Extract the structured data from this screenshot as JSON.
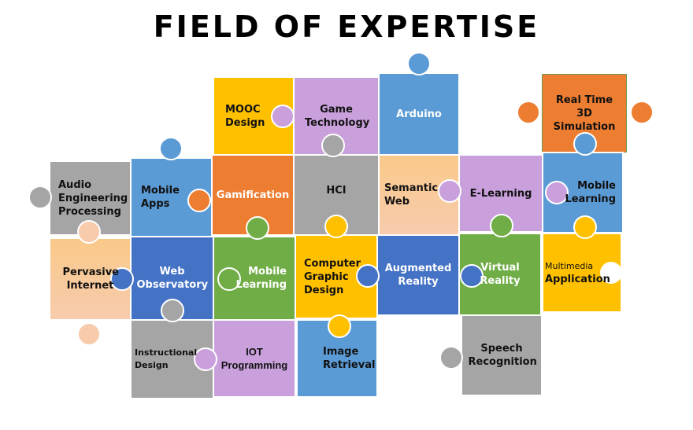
{
  "title": "FIELD OF EXPERTISE",
  "pieces": {
    "mooc": "MOOC Design",
    "game": "Game Technology",
    "arduino": "Arduino",
    "realtime": "Real Time 3D Simulation",
    "audio": "Audio Engineering Processing",
    "mobile_apps": "Mobile Apps",
    "gamification": "Gamification",
    "hci": "HCI",
    "semantic": "Semantic Web",
    "elearning": "E-Learning",
    "mobile_learning_blue": "Mobile Learning",
    "pervasive": "Pervasive Internet",
    "web_obs": "Web Observatory",
    "mobile_learning_green": "Mobile Learning",
    "cgd": "Computer Graphic Design",
    "ar": "Augmented Reality",
    "vr": "Virtual Reality",
    "multimedia_small": "Multimedia",
    "multimedia_app": "Application",
    "instructional": "Instructional Design",
    "iot": "IOT Programming",
    "image": "Image Retrieval",
    "speech": "Speech Recognition"
  },
  "colors": {
    "yellow": "#FFC000",
    "purple": "#C9A0DC",
    "blue": "#5B9BD5",
    "dark_blue": "#4472C4",
    "orange": "#ED7D31",
    "gray": "#A5A5A5",
    "green": "#70AD47",
    "peach": "#F8CBAD"
  }
}
